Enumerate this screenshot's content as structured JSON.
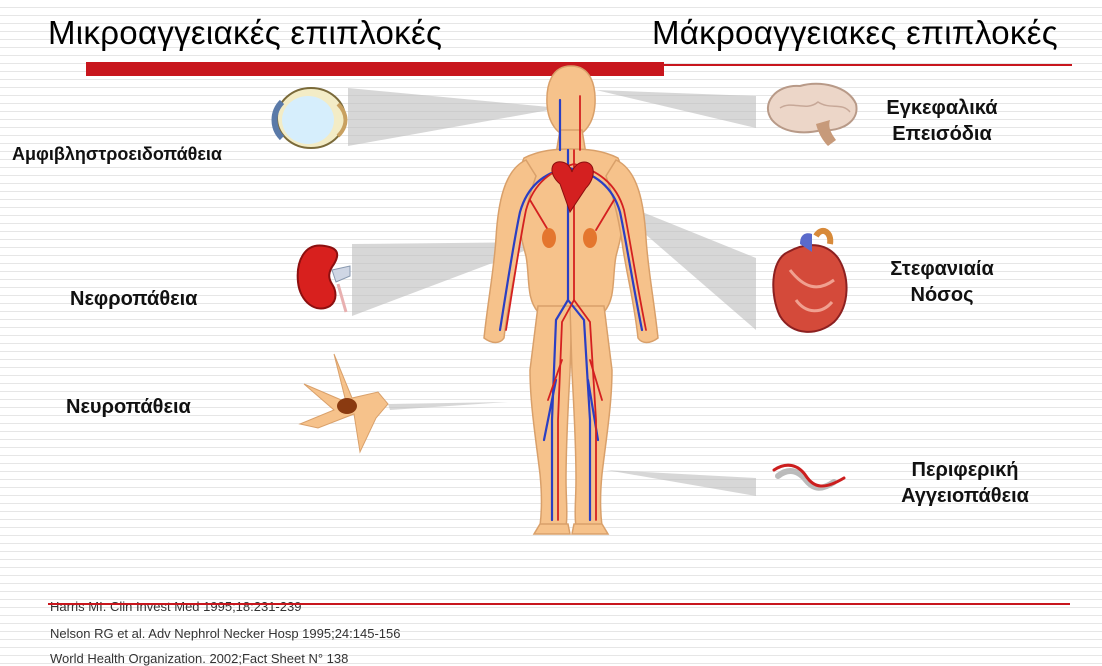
{
  "headings": {
    "micro": "Μικροαγγειακές επιπλοκές",
    "macro": "Μάκροαγγειακες επιπλοκές"
  },
  "complications": {
    "retinopathy": "Αμφιβληστροειδοπάθεια",
    "nephropathy": "Νεφροπάθεια",
    "neuropathy": "Νευροπάθεια",
    "stroke": [
      "Εγκεφαλικά",
      "Επεισόδια"
    ],
    "coronary": [
      "Στεφανιαία",
      "Νόσος"
    ],
    "peripheral": [
      "Περιφερική",
      "Αγγειοπάθεια"
    ]
  },
  "references": [
    "Harris MI. Clin Invest Med 1995;18:231-239",
    "Nelson RG et al. Adv Nephrol Necker Hosp 1995;24:145-156",
    "World Health Organization. 2002;Fact Sheet N° 138"
  ],
  "icons": [
    "eye-icon",
    "kidney-icon",
    "nerve-cell-icon",
    "brain-icon",
    "heart-icon",
    "blood-vessel-icon",
    "human-body-figure"
  ],
  "colors": {
    "accent_red": "#c8161d",
    "skin": "#f6c28b",
    "artery": "#d42020",
    "vein": "#2a3fc4"
  }
}
